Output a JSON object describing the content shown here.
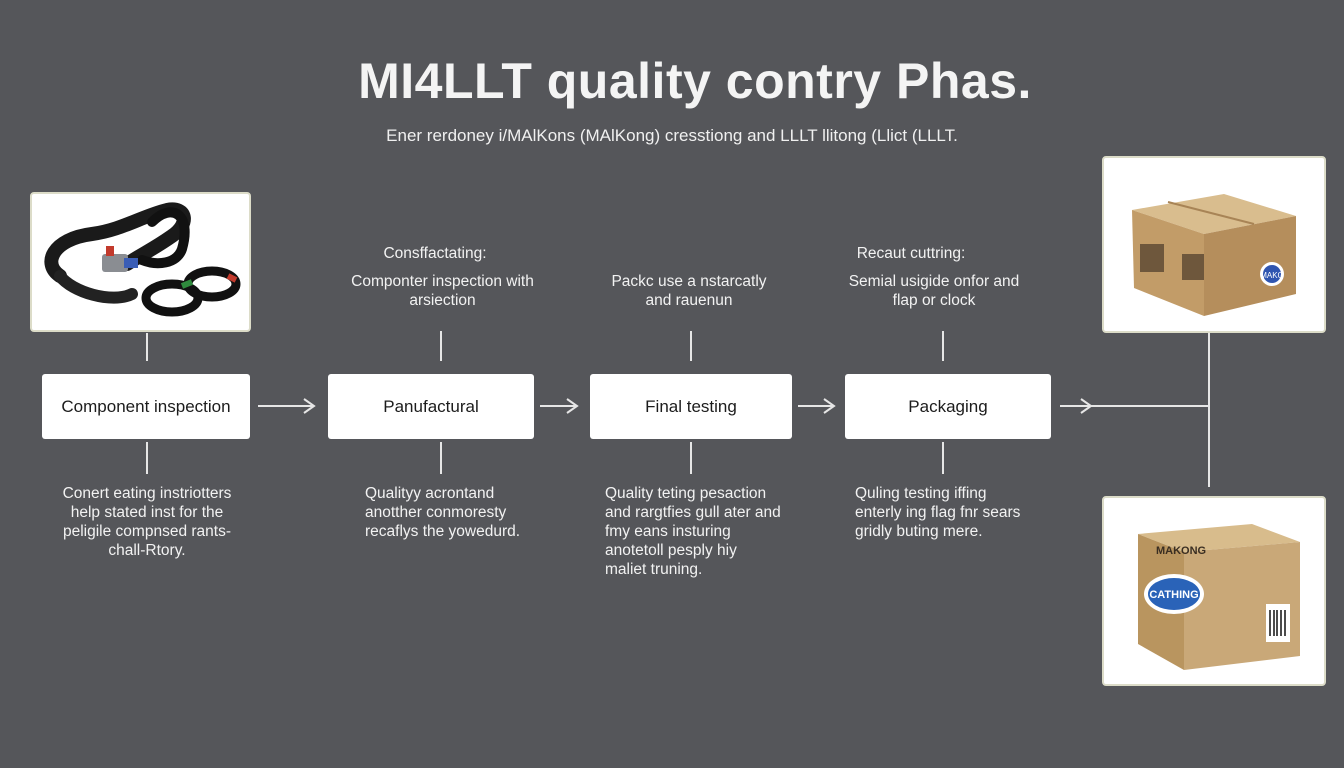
{
  "title": "MI4LLT quality contry Phas.",
  "subtitle": "Ener rerdoney i/MAlKons (MAlKong) cresstiong and LLLT llitong (Llict (LLLT.",
  "steps": [
    {
      "label": "Component inspection",
      "above_heading": "",
      "above_text": "",
      "below_text": "Conert eating instriotters help stated inst for the peligile compnsed rants-chall-Rtory."
    },
    {
      "label": "Panufactural",
      "above_heading": "Consffactating:",
      "above_text": "Componter inspection with arsiection",
      "below_text": "Qualityy acrontand anotther conmoresty recaflys the yowedurd."
    },
    {
      "label": "Final testing",
      "above_heading": "",
      "above_text": "Packc use a nstarcatly and rauenun",
      "below_text": "Quality teting pesaction and rargtfies gull ater and fmy eans insturing anotetoll pesply hiy maliet truning."
    },
    {
      "label": "Packaging",
      "above_heading": "Recaut cuttring:",
      "above_text": "Semial usigide onfor and flap or clock",
      "below_text": "Quling testing iffing enterly ing flag fnr sears gridly buting mere."
    }
  ],
  "images": {
    "product": "strap-product-image",
    "box_top": "cardboard-box-image",
    "box_bottom": "cardboard-box-image"
  },
  "box_labels": {
    "top_brand": "MAKG",
    "bottom_brand": "MAKONG",
    "bottom_badge": "CATHING"
  },
  "colors": {
    "background": "#55565a",
    "box": "#ffffff",
    "line": "#e6e6e6",
    "cardboard": "#c9a878"
  }
}
